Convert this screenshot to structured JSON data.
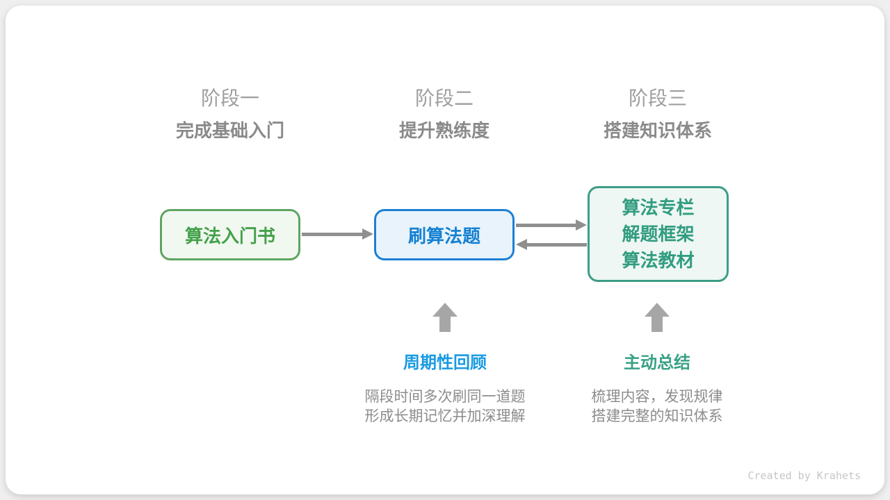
{
  "canvas": {
    "background_color": "#efefef",
    "card_color": "#ffffff"
  },
  "stages": [
    {
      "label": "阶段一",
      "subtitle": "完成基础入门"
    },
    {
      "label": "阶段二",
      "subtitle": "提升熟练度"
    },
    {
      "label": "阶段三",
      "subtitle": "搭建知识体系"
    }
  ],
  "nodes": {
    "intro_book": {
      "text": "算法入门书",
      "text_color": "#43a14b",
      "border_color": "#5ea562",
      "bg_color": "#f1f8f0"
    },
    "practice": {
      "text": "刷算法题",
      "text_color": "#1581d2",
      "border_color": "#1b80d3",
      "bg_color": "#e9f3fc"
    },
    "resources": {
      "lines": [
        "算法专栏",
        "解题框架",
        "算法教材"
      ],
      "text_color": "#319c80",
      "border_color": "#3e9c87",
      "bg_color": "#eef7f3"
    }
  },
  "arrows": {
    "flow_color": "#8f8f8f",
    "up_color": "#a6a6a6"
  },
  "annotations": {
    "review": {
      "title": "周期性回顾",
      "title_color": "#189ae2",
      "desc_line1": "隔段时间多次刷同一道题",
      "desc_line2": "形成长期记忆并加深理解"
    },
    "summarize": {
      "title": "主动总结",
      "title_color": "#38a185",
      "desc_line1": "梳理内容，发现规律",
      "desc_line2": "搭建完整的知识体系"
    }
  },
  "credit": "Created by Krahets"
}
